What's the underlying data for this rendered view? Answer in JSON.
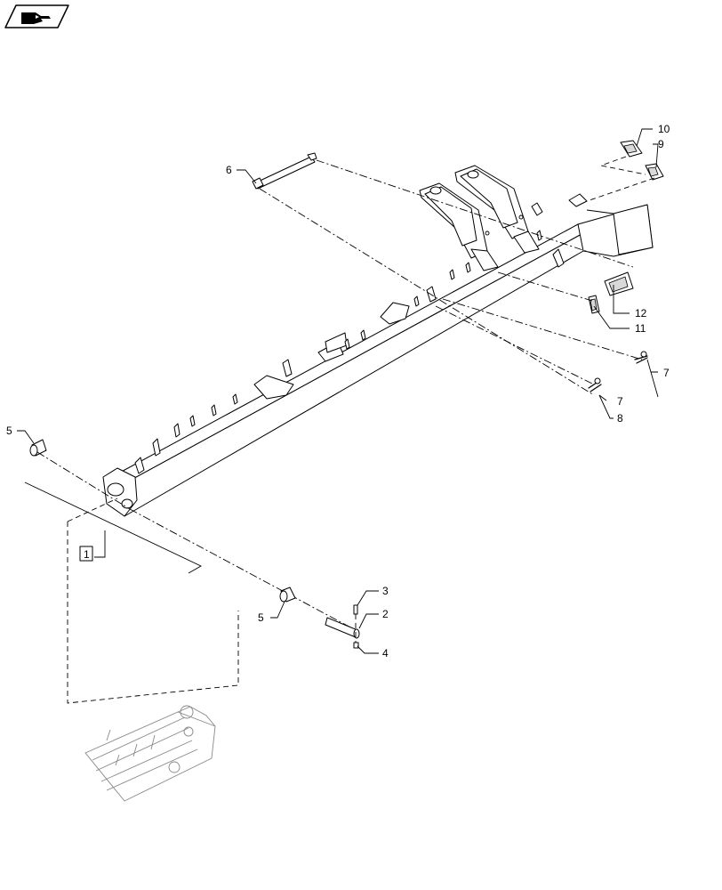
{
  "toolbar": {
    "nav_icon": "hand-pointer-icon"
  },
  "callouts": {
    "c1": "1",
    "c2": "2",
    "c3": "3",
    "c4": "4",
    "c5a": "5",
    "c5b": "5",
    "c6": "6",
    "c7a": "7",
    "c7b": "7",
    "c8": "8",
    "c9": "9",
    "c10": "10",
    "c11": "11",
    "c12": "12"
  },
  "colors": {
    "line": "#000000",
    "background": "#ffffff",
    "shade": "#d9d9d9"
  }
}
